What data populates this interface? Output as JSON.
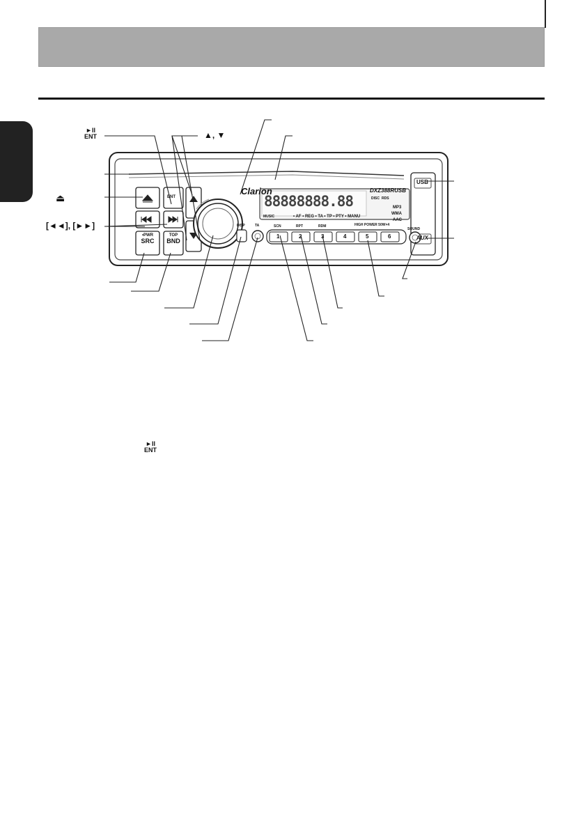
{
  "labels": {
    "play_pause_symbol": "►II",
    "ent": "ENT",
    "up_down": "▲, ▼",
    "eject": "⏏",
    "track_buttons": "[◄◄], [►►]",
    "body_play_pause_symbol": "►II",
    "body_ent": "ENT"
  },
  "panel": {
    "brand": "Clarion",
    "model": "DXZ388RUSB",
    "usb": "USB",
    "aux": "AUX",
    "src": "SRC",
    "src_sub": "•PWR",
    "bnd": "BND",
    "bnd_sub": "TOP",
    "disp": "DISP",
    "ta": "TA",
    "sound": "SOUND",
    "high_power": "HIGH POWER 50W×4",
    "preset_labels": [
      "SCN",
      "RPT",
      "RDM"
    ],
    "presets": [
      "1",
      "2",
      "3",
      "4",
      "5",
      "6"
    ],
    "display_chars": "88888888.88",
    "display_status": "• AF • REG • TA • TP • PTY • MANU",
    "format_badges": [
      "MP3",
      "WMA",
      "AAC"
    ],
    "disc_label": "DISC",
    "rds_label": "RDS",
    "music_label": "MUSIC"
  }
}
